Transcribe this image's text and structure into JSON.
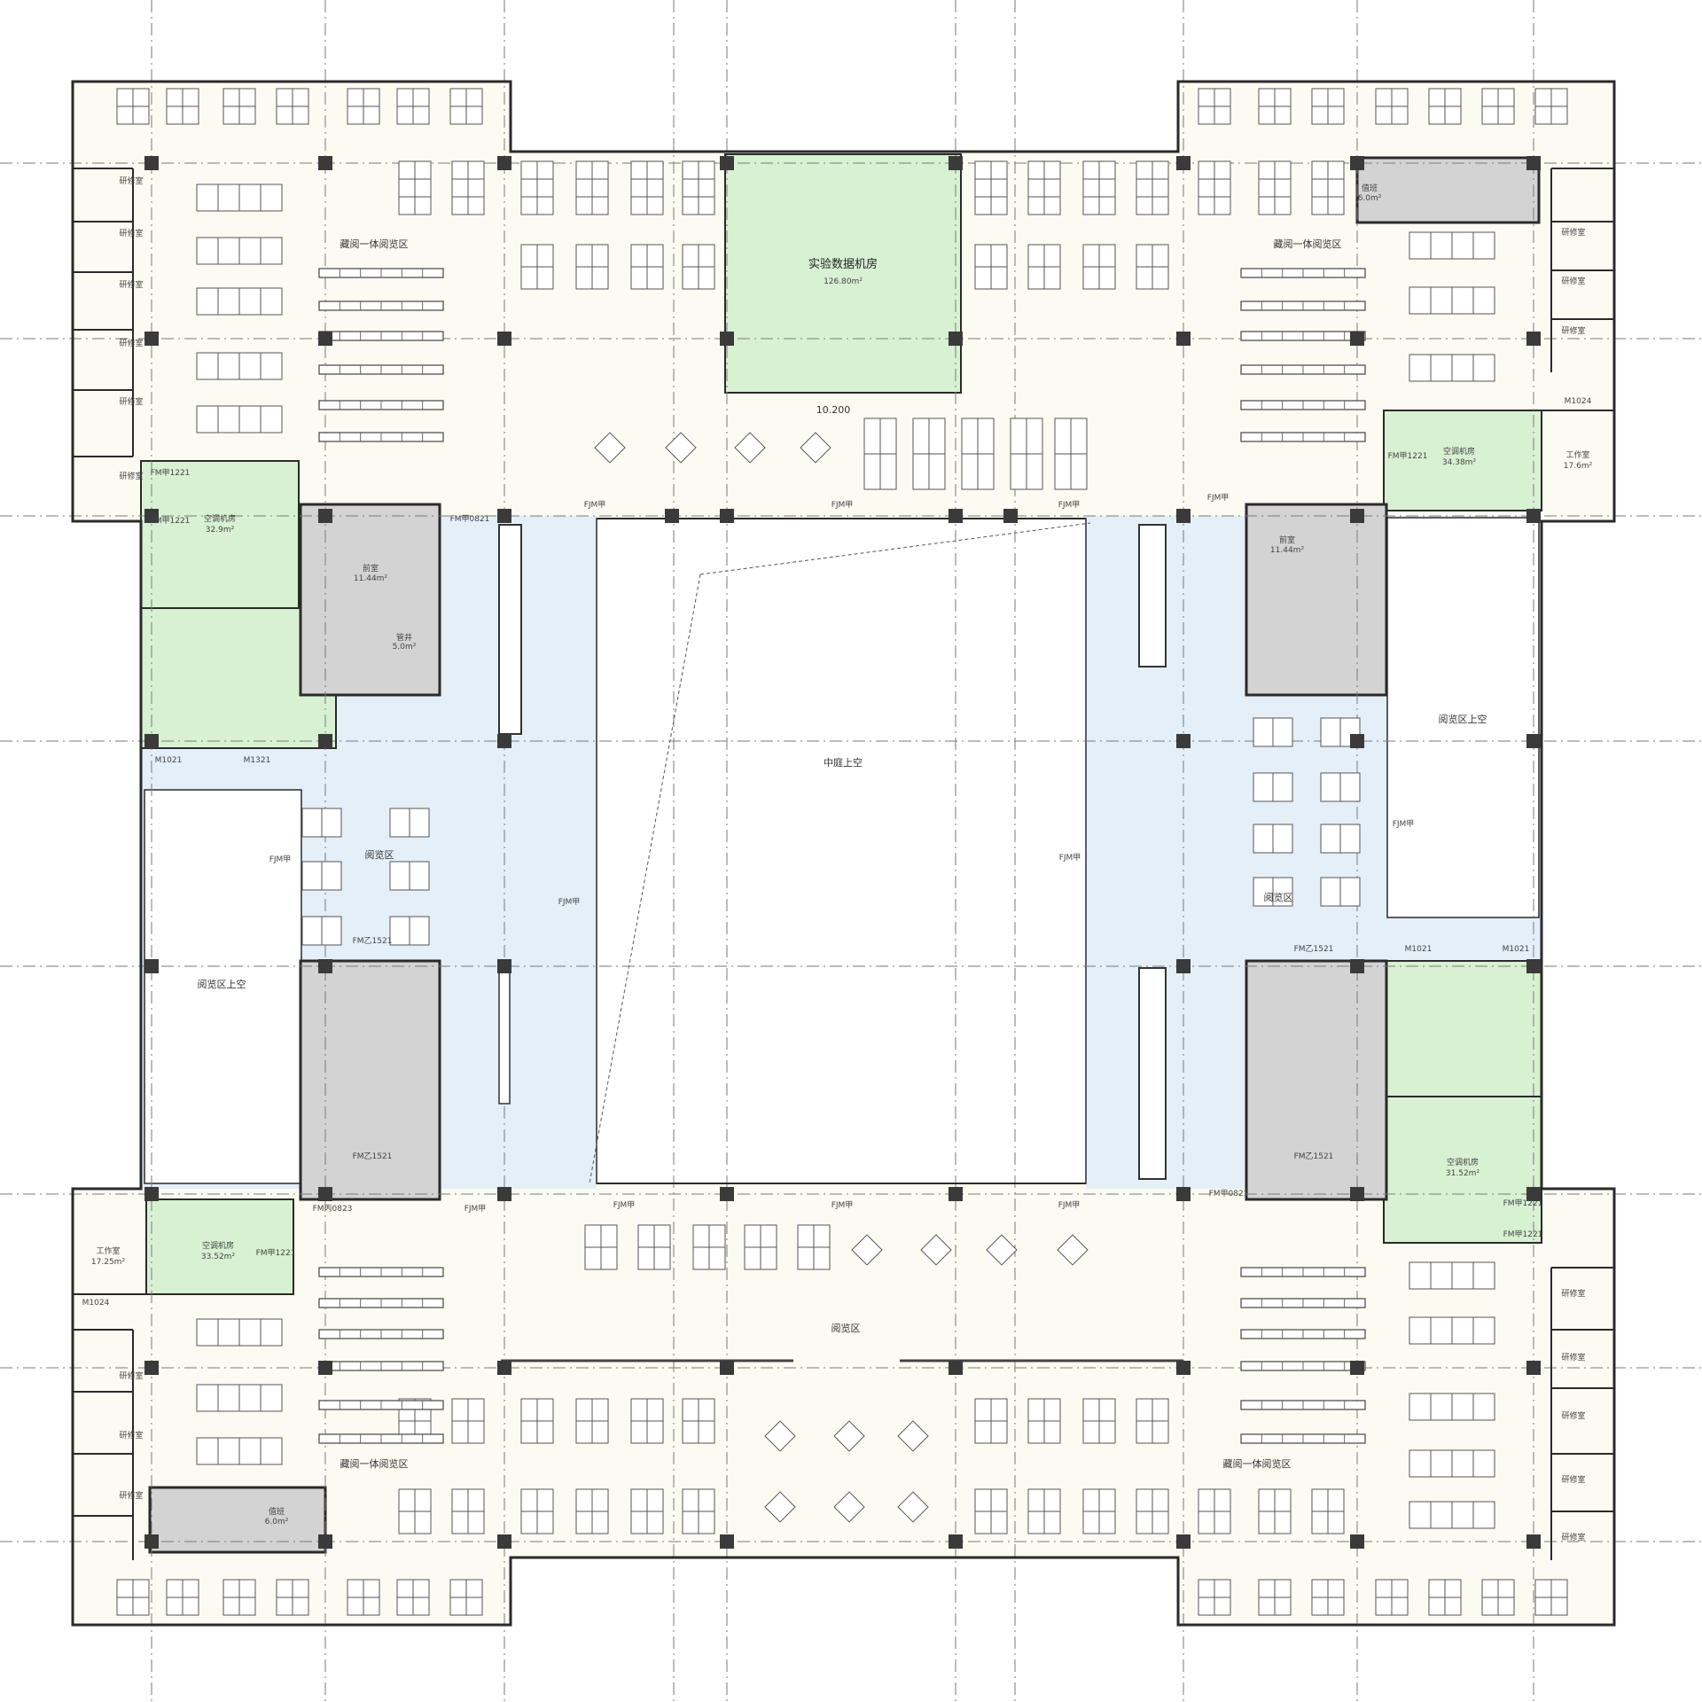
{
  "plan": {
    "colors": {
      "floor": "#fbfbf1",
      "atrium_blue": "#e4eff8",
      "mech_green": "#d7f1d2",
      "core_gray": "#d3d3d3",
      "column": "#3a3a3a",
      "wall": "#2a2a2a",
      "grid": "#7a7a7a"
    },
    "elevation": "10.200",
    "rooms": {
      "data_room": {
        "name": "实验数据机房",
        "area": "126.80m²"
      },
      "reading_tl": "藏阅一体阅览区",
      "reading_tr": "藏阅一体阅览区",
      "reading_bl": "藏阅一体阅览区",
      "reading_br": "藏阅一体阅览区",
      "reading_left": "阅览区",
      "reading_right": "阅览区",
      "reading_bottom": "阅览区",
      "atrium": "中庭上空",
      "void_left": "阅览区上空",
      "void_right": "阅览区上空",
      "ac_tl": {
        "name": "空调机房",
        "area": "32.9m²"
      },
      "ac_tr": {
        "name": "空调机房",
        "area": "34.38m²"
      },
      "ac_bl": {
        "name": "空调机房",
        "area": "33.52m²"
      },
      "ac_br": {
        "name": "空调机房",
        "area": "31.52m²"
      },
      "office_tr": {
        "name": "工作室",
        "area": "17.6m²"
      },
      "office_bl": {
        "name": "工作室",
        "area": "17.25m²"
      },
      "study_room": "研修室",
      "core_room": {
        "name": "前室",
        "area": "11.44m²"
      },
      "pipe_room": {
        "name": "管井",
        "area": "5.0m²"
      },
      "duty_room": {
        "name": "值班",
        "area": "6.0m²"
      }
    },
    "door_tags": {
      "fire_shutter": "FJM甲",
      "m1024": "M1024",
      "fm1221": "FM甲1221",
      "fm1521": "FM乙1521",
      "m1021": "M1021",
      "m1321": "M1321",
      "fm0821": "FM甲0821",
      "fm0823": "FM丙0823"
    }
  }
}
